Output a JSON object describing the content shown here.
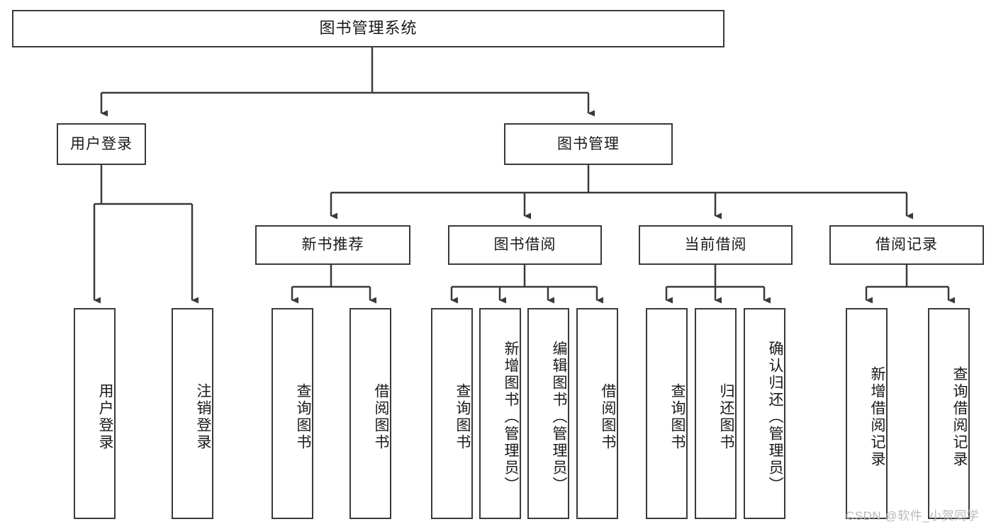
{
  "diagram": {
    "title": "图书管理系统",
    "type": "tree-hierarchy-diagram",
    "root": {
      "label": "图书管理系统"
    },
    "tier2": [
      {
        "label": "用户登录"
      },
      {
        "label": "图书管理"
      }
    ],
    "tier3": [
      {
        "label": "新书推荐"
      },
      {
        "label": "图书借阅"
      },
      {
        "label": "当前借阅"
      },
      {
        "label": "借阅记录"
      }
    ],
    "leaves": {
      "user_login": [
        {
          "label": "用户登录"
        },
        {
          "label": "注销登录"
        }
      ],
      "new_book_recommend": [
        {
          "label": "查询图书"
        },
        {
          "label": "借阅图书"
        }
      ],
      "book_borrow": [
        {
          "label": "查询图书"
        },
        {
          "label": "新增图书（管理员）"
        },
        {
          "label": "编辑图书（管理员）"
        },
        {
          "label": "借阅图书"
        }
      ],
      "current_borrow": [
        {
          "label": "查询图书"
        },
        {
          "label": "归还图书"
        },
        {
          "label": "确认归还（管理员）"
        }
      ],
      "borrow_record": [
        {
          "label": "新增借阅记录"
        },
        {
          "label": "查询借阅记录"
        }
      ]
    }
  },
  "watermark": {
    "text": "CSDN @软件_小贺同学"
  },
  "colors": {
    "border": "#3a3a3a",
    "background": "#ffffff",
    "text": "#1a1a1a",
    "watermark": "#b9b9b9"
  }
}
